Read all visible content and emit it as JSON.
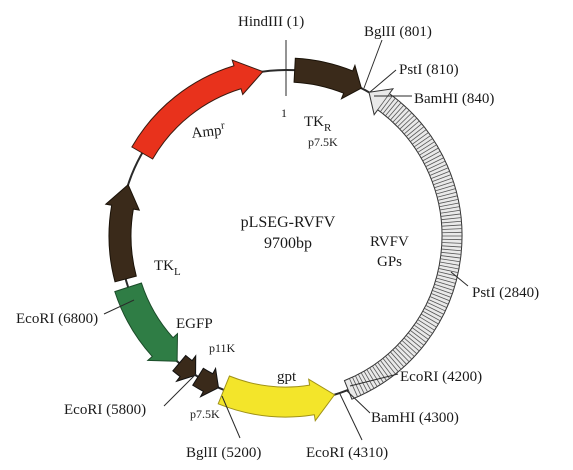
{
  "plasmid": {
    "name": "pLSEG-RVFV",
    "size": "9700bp"
  },
  "sites": [
    {
      "key": "hindiii",
      "label": "HindIII (1)"
    },
    {
      "key": "bglii_801",
      "label": "BglII (801)"
    },
    {
      "key": "psti_810",
      "label": "PstI (810)"
    },
    {
      "key": "bamhi_840",
      "label": "BamHI (840)"
    },
    {
      "key": "psti_2840",
      "label": "PstI (2840)"
    },
    {
      "key": "ecori_4200",
      "label": "EcoRI (4200)"
    },
    {
      "key": "bamhi_4300",
      "label": "BamHI (4300)"
    },
    {
      "key": "ecori_4310",
      "label": "EcoRI (4310)"
    },
    {
      "key": "bglii_5200",
      "label": "BglII (5200)"
    },
    {
      "key": "ecori_5800",
      "label": "EcoRI (5800)"
    },
    {
      "key": "ecori_6800",
      "label": "EcoRI (6800)"
    }
  ],
  "features": {
    "amp": {
      "label": "Amp",
      "superscript": "r",
      "color": "#e8321c"
    },
    "tkr": {
      "label": "TK",
      "subscript": "R",
      "color": "#3a2a1a"
    },
    "rvfv": {
      "label1": "RVFV",
      "label2": "GPs",
      "color": "#7d7d7d"
    },
    "gpt": {
      "label": "gpt",
      "color": "#f3e52a"
    },
    "egfp": {
      "label": "EGFP",
      "color": "#2f7d45"
    },
    "tkl": {
      "label": "TK",
      "subscript": "L",
      "color": "#3a2a1a"
    }
  },
  "small_labels": {
    "one": "1",
    "p75k_top": "p7.5K",
    "p11k": "p11K",
    "p75k_bottom": "p7.5K"
  }
}
